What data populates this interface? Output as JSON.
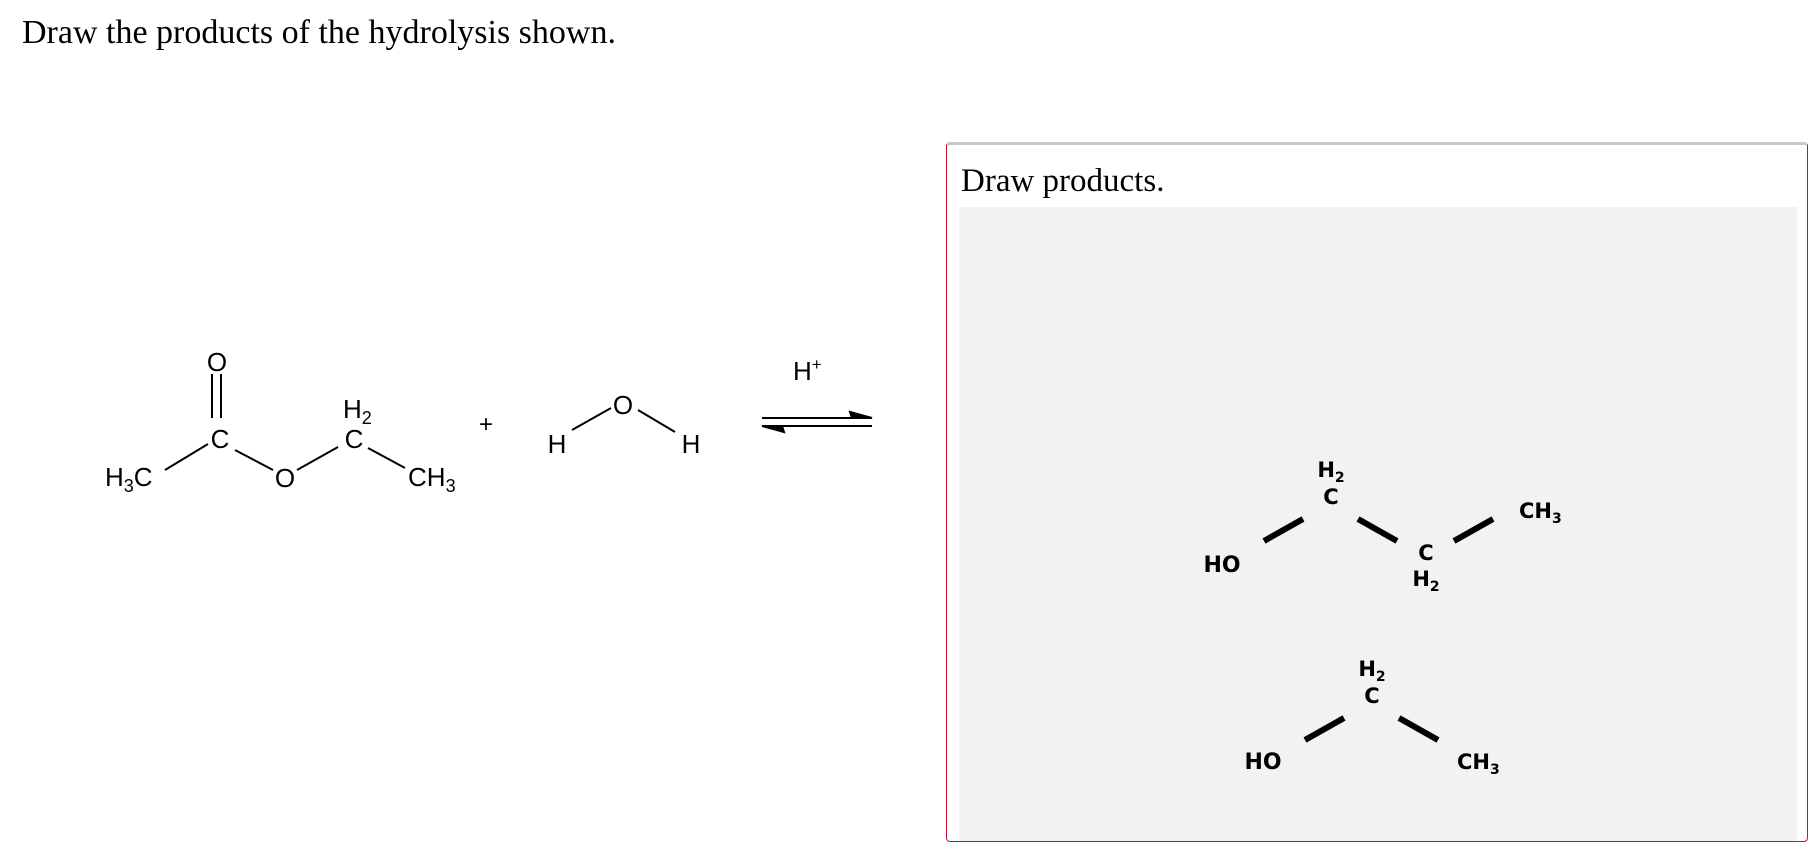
{
  "question": "Draw the products of the hydrolysis shown.",
  "reactant_ester": {
    "carbonyl_O": "O",
    "carbonyl_C": "C",
    "methyl_left": "H3C",
    "ester_O": "O",
    "ch2_H": "H2",
    "ch2_C": "C",
    "methyl_right": "CH3"
  },
  "plus": "+",
  "water": {
    "O": "O",
    "H_left": "H",
    "H_right": "H"
  },
  "catalyst": "H+",
  "panel": {
    "title": "Draw products.",
    "product_1": {
      "oh": "HO",
      "ch2_a_H": "H2",
      "ch2_a_C": "C",
      "ch2_b_C": "C",
      "ch2_b_H": "H2",
      "methyl": "CH3"
    },
    "product_2": {
      "oh": "HO",
      "ch2_H": "H2",
      "ch2_C": "C",
      "methyl": "CH3"
    }
  }
}
